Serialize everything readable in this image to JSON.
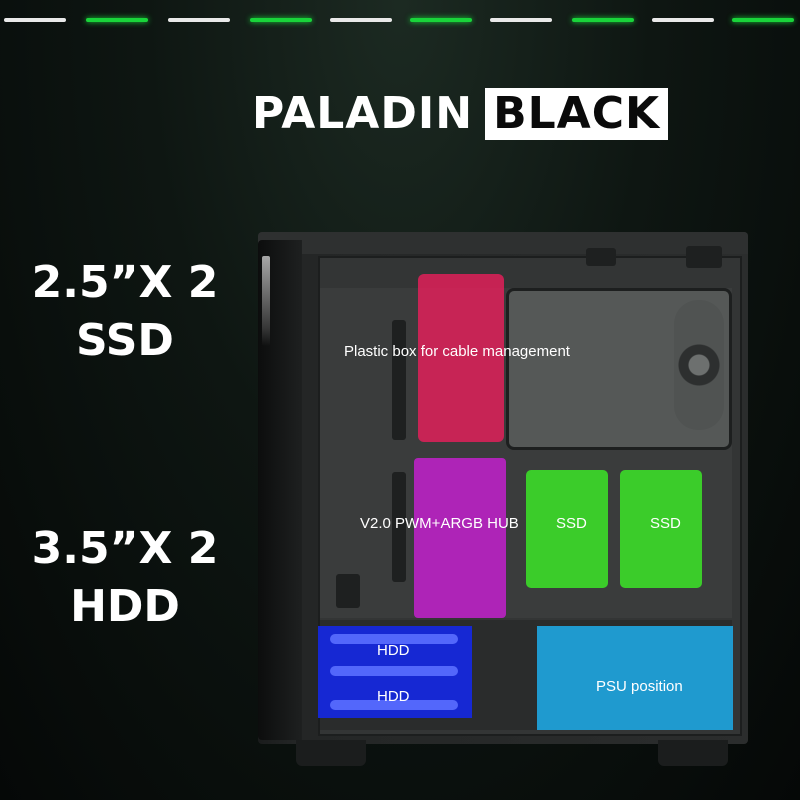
{
  "brand": {
    "name_main": "PALADIN",
    "name_boxed": "BLACK"
  },
  "specs": [
    {
      "qty": "2.5”X 2",
      "kind": "SSD"
    },
    {
      "qty": "3.5”X 2",
      "kind": "HDD"
    }
  ],
  "case_labels": {
    "cable_box": "Plastic box for cable management",
    "hub": "V2.0 PWM+ARGB HUB",
    "ssd_1": "SSD",
    "ssd_2": "SSD",
    "hdd_1": "HDD",
    "hdd_2": "HDD",
    "psu": "PSU position"
  },
  "colors": {
    "cable_box": "#e61e5a",
    "hub": "#c81ed2",
    "ssd": "#3cdc28",
    "hdd": "#1428e6",
    "psu": "#1eaae6",
    "accent": "#19d43a"
  }
}
